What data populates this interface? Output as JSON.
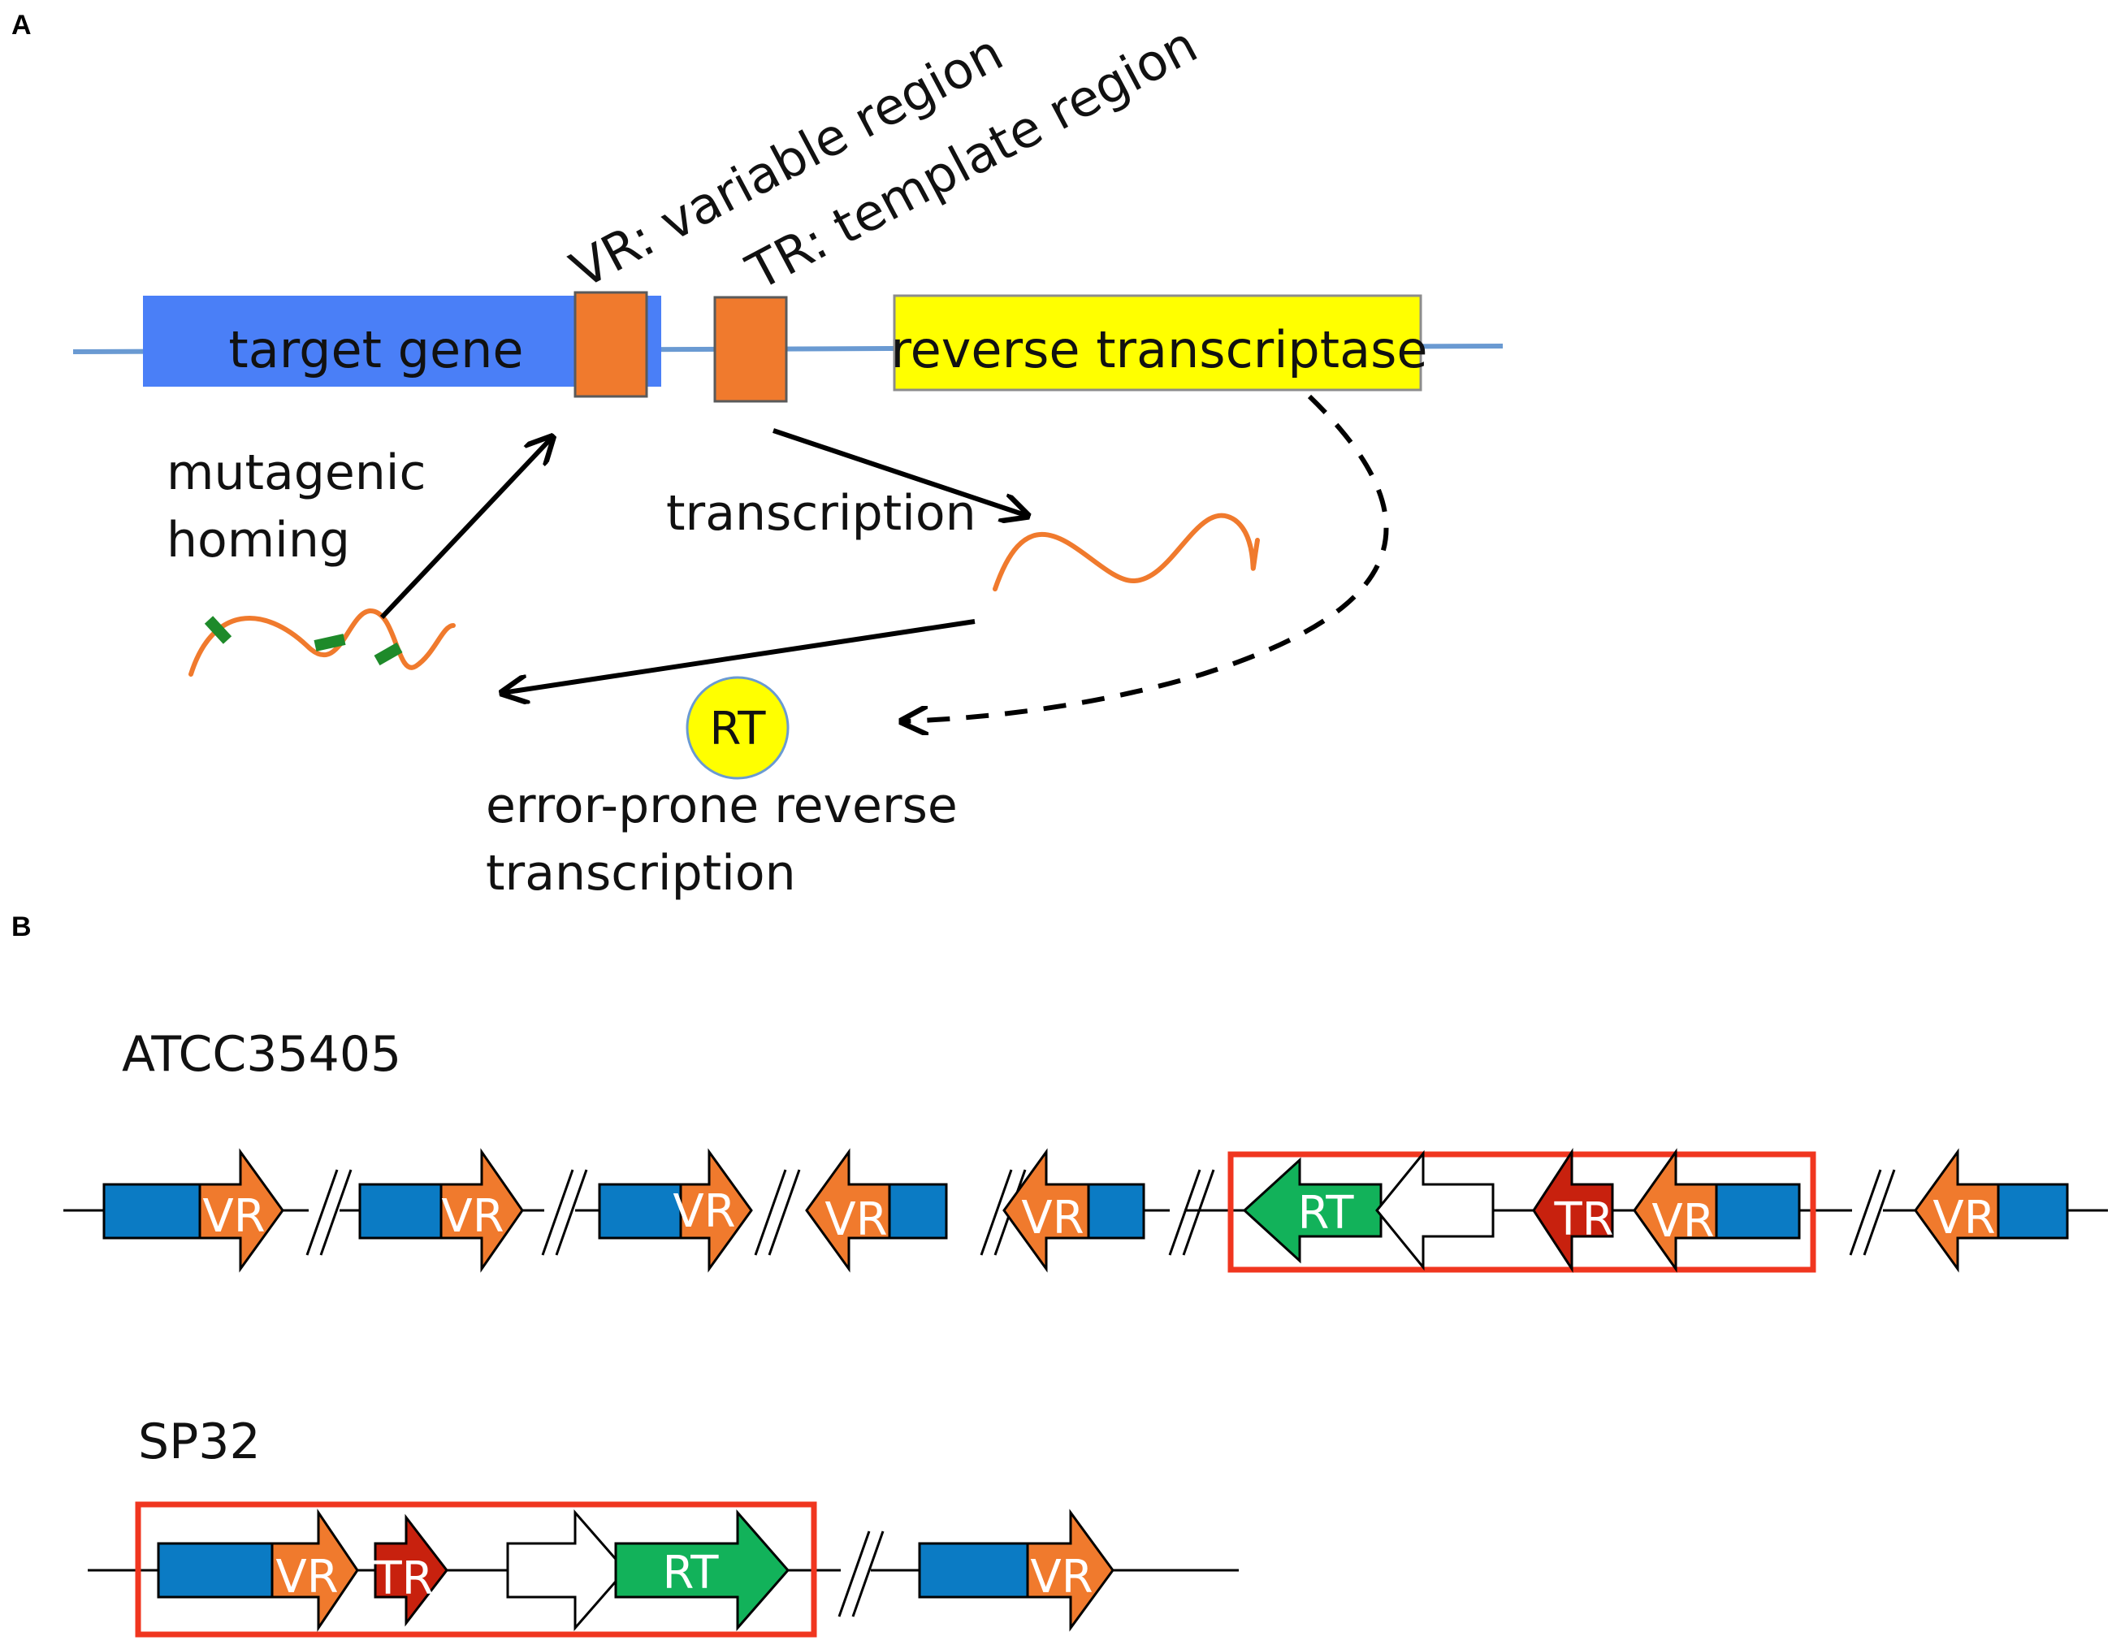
{
  "panelA": {
    "letter": "A",
    "target_gene": "target gene",
    "reverse_transcriptase": "reverse transcriptase",
    "vr_label": "VR: variable region",
    "tr_label": "TR: template region",
    "homing_line1": "mutagenic",
    "homing_line2": "homing",
    "transcription": "transcription",
    "rt_circle": "RT",
    "rt_line1": "error-prone reverse",
    "rt_line2": "transcription"
  },
  "panelB": {
    "letter": "B",
    "strain1": "ATCC35405",
    "strain2": "SP32",
    "vr": "VR",
    "tr": "TR",
    "rt": "RT"
  },
  "colors": {
    "target_gene_blue": "#4a7ff7",
    "gene_blue": "#0b7bc4",
    "vr_orange": "#f07a2d",
    "tr_red": "#c8210e",
    "rt_green": "#12b25a",
    "rt_yellow": "#ffff00",
    "box_red": "#f0361f",
    "backbone_blue": "#6a9ad2",
    "mutation_green": "#1e8a2a"
  }
}
